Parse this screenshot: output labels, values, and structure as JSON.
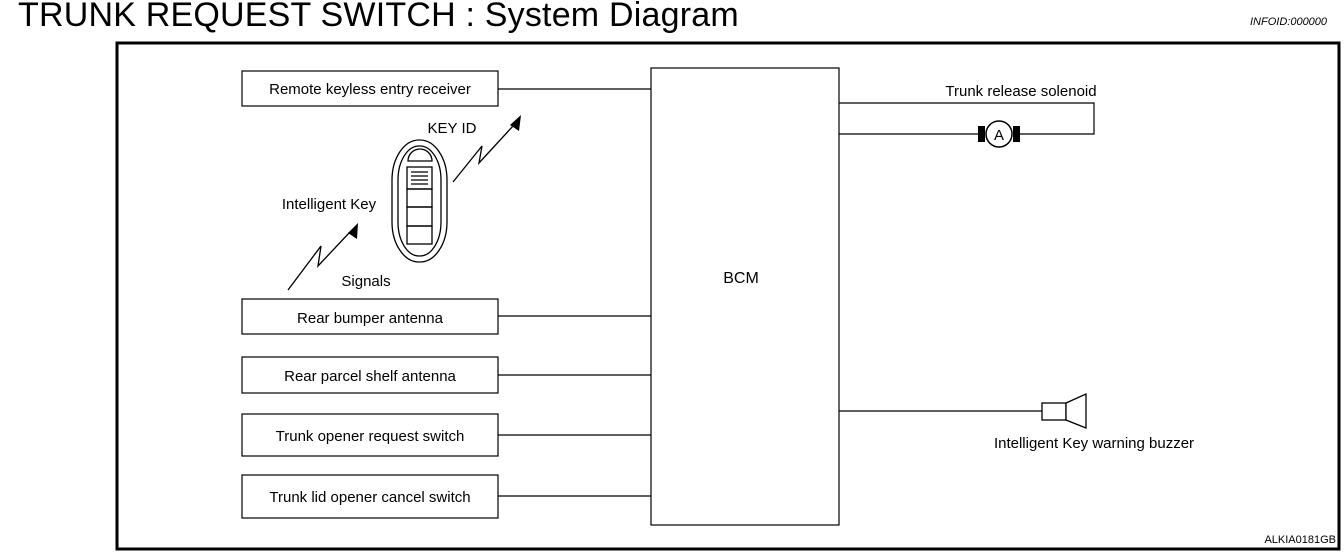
{
  "header": {
    "title": "TRUNK REQUEST SWITCH : System Diagram",
    "info_id": "INFOID:000000"
  },
  "diagram": {
    "left_components": [
      "Remote keyless entry receiver",
      "Rear bumper antenna",
      "Rear parcel shelf antenna",
      "Trunk opener request switch",
      "Trunk lid opener cancel switch"
    ],
    "controller": "BCM",
    "key_label": "Intelligent Key",
    "key_id_label": "KEY ID",
    "signals_label": "Signals",
    "solenoid_label": "Trunk release solenoid",
    "solenoid_symbol": "A",
    "buzzer_label": "Intelligent Key warning buzzer",
    "figure_code": "ALKIA0181GB"
  }
}
